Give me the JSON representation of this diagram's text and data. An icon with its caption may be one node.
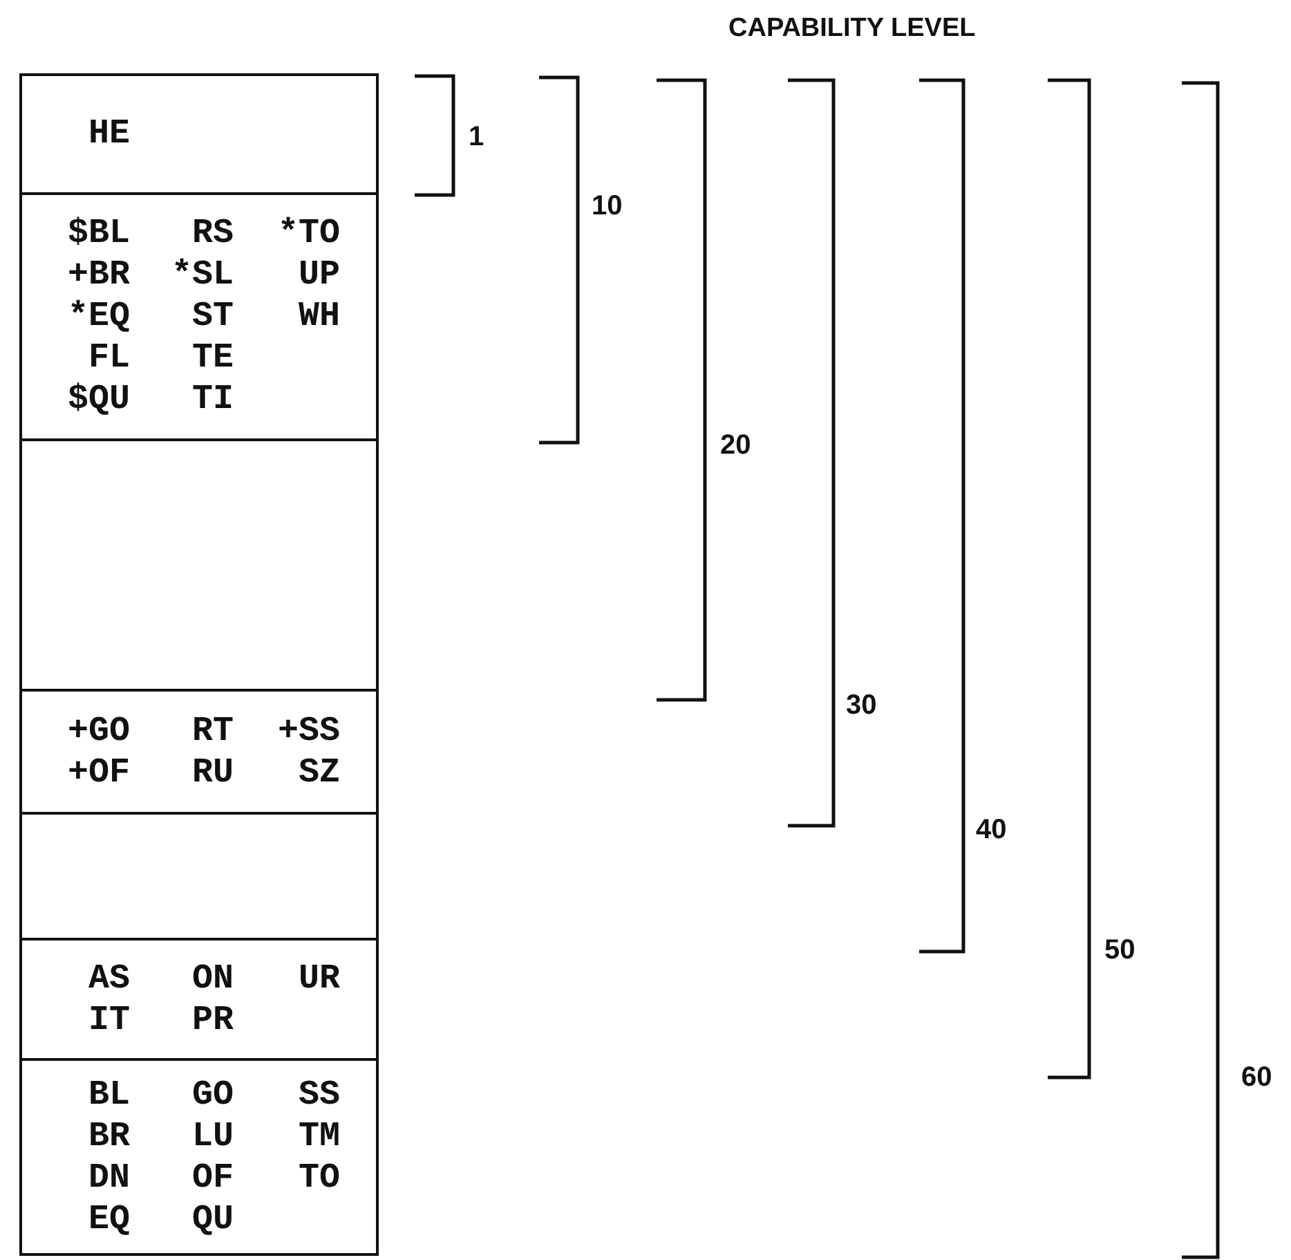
{
  "diagram": {
    "title": "CAPABILITY LEVEL",
    "nodes": [
      {
        "text": [
          "HE"
        ]
      },
      {
        "text": [
          "$BL",
          "RS",
          "*TO",
          "+BR",
          "*SL",
          "UP",
          "*EQ",
          "ST",
          "WH",
          "FL",
          "TE",
          "$QU",
          "TI"
        ]
      },
      {
        "text": [],
        "shape": "box"
      },
      {
        "text": [
          "+GO",
          "RT",
          "+SS",
          "+OF",
          "RU",
          "SZ"
        ]
      },
      {
        "text": [],
        "shape": "box"
      },
      {
        "text": [
          "AS",
          "ON",
          "UR",
          "IT",
          "PR"
        ]
      },
      {
        "text": [
          "BL",
          "GO",
          "SS",
          "BR",
          "LU",
          "TM",
          "DN",
          "OF",
          "TO",
          "EQ",
          "QU"
        ]
      }
    ],
    "labels": [
      "1",
      "10",
      "20",
      "30",
      "40",
      "50",
      "60"
    ]
  }
}
